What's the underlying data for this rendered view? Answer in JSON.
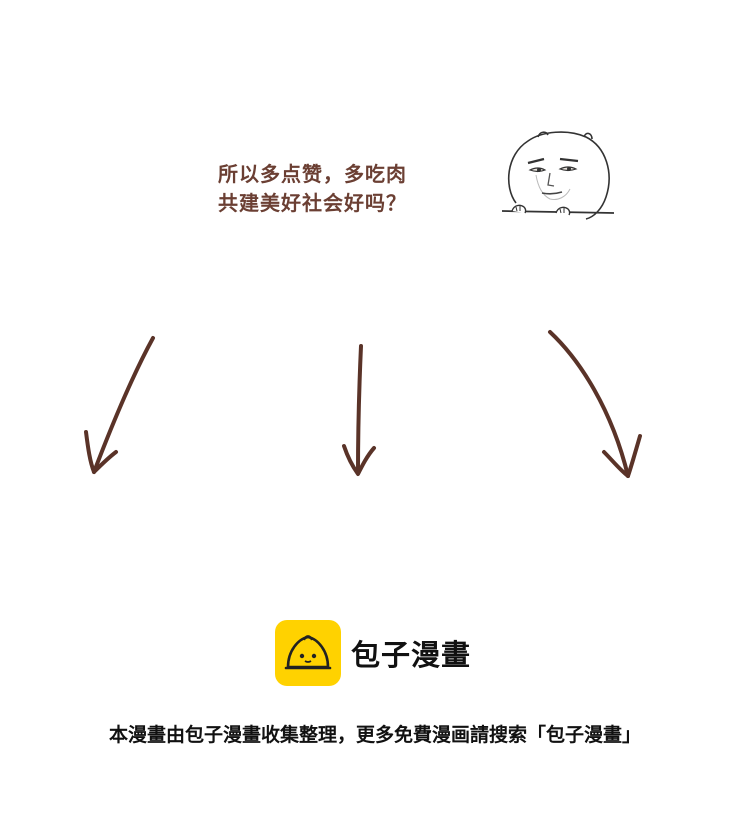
{
  "caption": {
    "line1": "所以多点赞，多吃肉",
    "line2": "共建美好社会好吗？",
    "color": "#6b3f33"
  },
  "illustrations": {
    "face": "peeking-meme-face",
    "arrows": [
      "arrow-down-left-icon",
      "arrow-down-icon",
      "arrow-down-right-icon"
    ],
    "arrow_color": "#5a3328"
  },
  "brand": {
    "name": "包子漫畫",
    "logo_icon": "steamed-bun-icon",
    "logo_color": "#ffd200"
  },
  "footer": {
    "text": "本漫畫由包子漫畫收集整理，更多免費漫画請搜索「包子漫畫」"
  }
}
